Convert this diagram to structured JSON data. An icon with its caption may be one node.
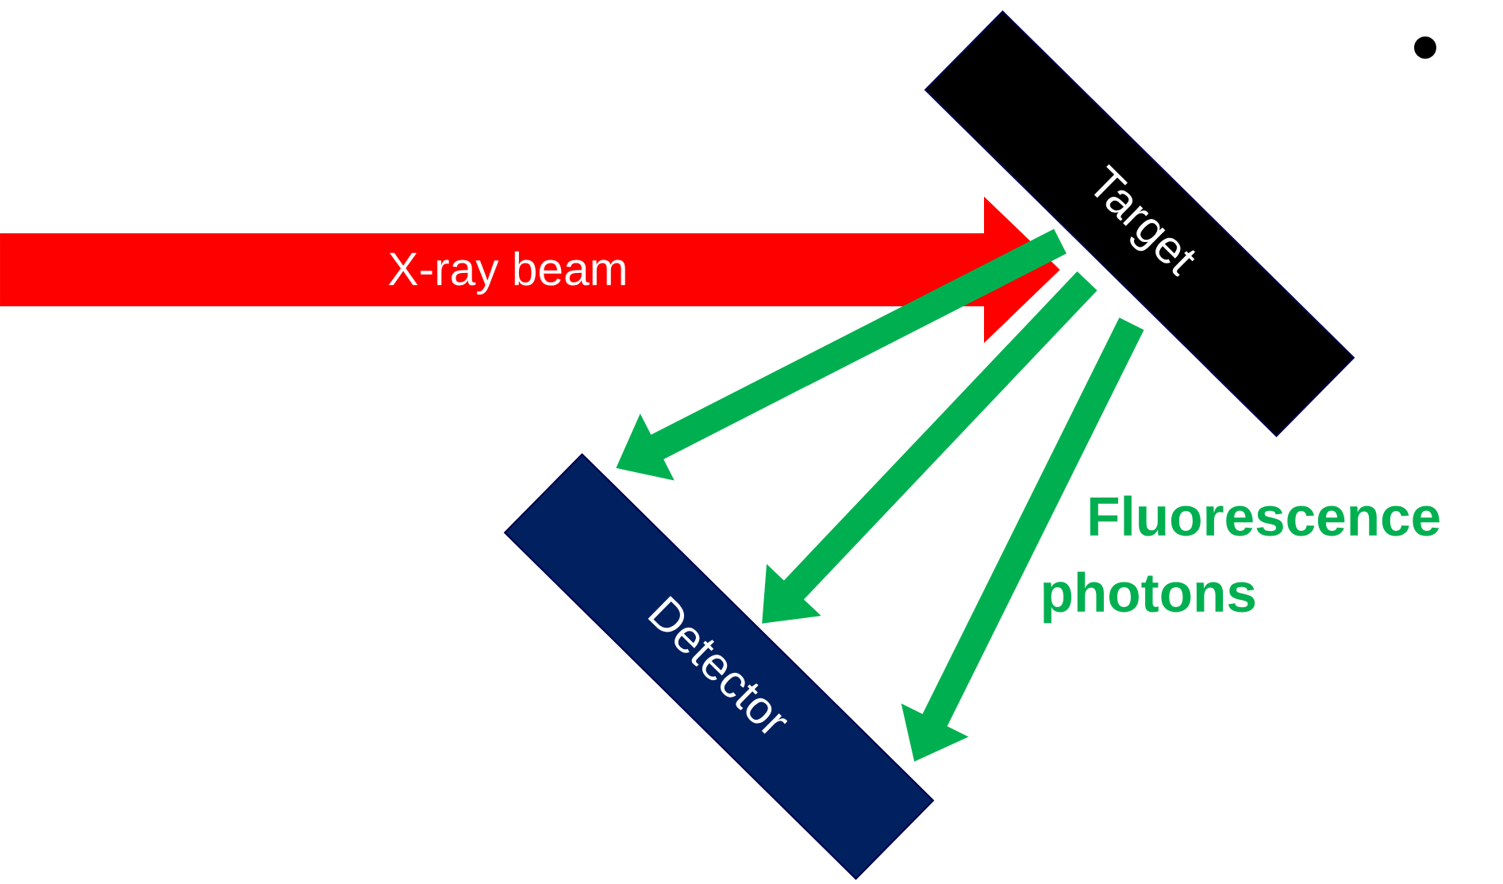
{
  "diagram": {
    "nodes": [
      {
        "text": [
          "Target"
        ]
      },
      {
        "text": [
          "Detector"
        ]
      }
    ],
    "edges": [
      {
        "from": null,
        "to": 0,
        "arrow": "to",
        "label": "X-ray beam",
        "style": "thick",
        "color": "#ff0000"
      },
      {
        "from": 0,
        "to": 1,
        "arrow": "to"
      },
      {
        "from": 0,
        "to": 1,
        "arrow": "to"
      },
      {
        "from": 0,
        "to": 1,
        "arrow": "to"
      }
    ],
    "labels": [
      "Fluorescence photons"
    ]
  }
}
